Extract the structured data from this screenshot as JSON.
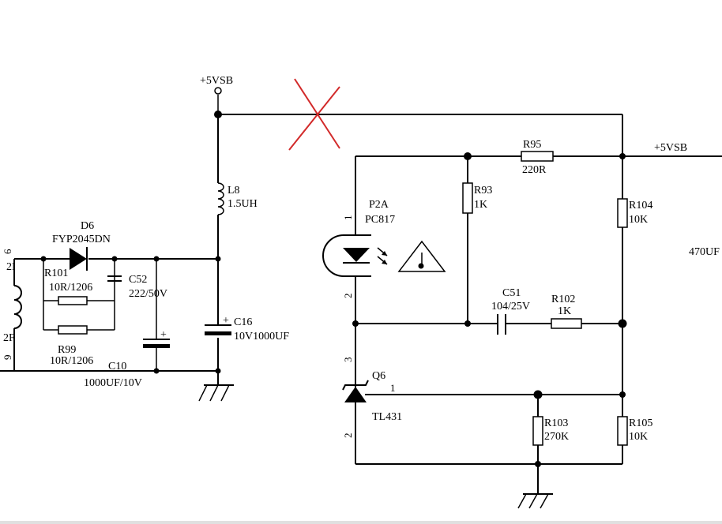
{
  "labels": {
    "vsb_top": "+5VSB",
    "vsb_right": "+5VSB",
    "l8_ref": "L8",
    "l8_val": "1.5UH",
    "d6_ref": "D6",
    "d6_val": "FYP2045DN",
    "r101_ref": "R101",
    "r101_val": "10R/1206",
    "c52_ref": "C52",
    "c52_val": "222/50V",
    "r99_ref": "R99",
    "r99_val": "10R/1206",
    "c10_ref": "C10",
    "c10_val": "1000UF/10V",
    "c16_ref": "C16",
    "c16_val": "10V1000UF",
    "pin_6": "6",
    "pin_9": "9",
    "left_frag_top": "2I",
    "left_frag_bot": "2F",
    "p2a_ref": "P2A",
    "p2a_val": "PC817",
    "p2a_pin1": "1",
    "p2a_pin2": "2",
    "r93_ref": "R93",
    "r93_val": "1K",
    "r95_ref": "R95",
    "r95_val": "220R",
    "r104_ref": "R104",
    "r104_val": "10K",
    "c51_ref": "C51",
    "c51_val": "104/25V",
    "r102_ref": "R102",
    "r102_val": "1K",
    "q6_pin3": "3",
    "q6_pin1": "1",
    "q6_pin2": "2",
    "q6_ref": "Q6",
    "q6_val": "TL431",
    "r103_ref": "R103",
    "r103_val": "270K",
    "r105_ref": "R105",
    "r105_val": "10K",
    "right_frag": "470UF"
  },
  "colors": {
    "wire": "#000000",
    "cross_mark": "#d22a2a",
    "background": "#ffffff"
  }
}
